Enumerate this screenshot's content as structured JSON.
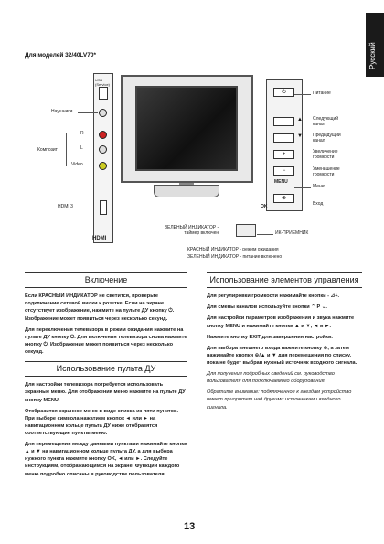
{
  "side_tab": "Русский",
  "model": "Для моделей 32/40LV70*",
  "left_labels": {
    "usb": "USB\n(Service)",
    "headphones": "Наушники",
    "composite": "Композит",
    "r": "R",
    "l": "L",
    "video": "Video",
    "hdmi3": "HDMI 3",
    "hdmi_logo": "HDMI"
  },
  "right_labels": {
    "power": "Питание",
    "next_channel": "Следующий\nканал",
    "prev_channel": "Предыдущий\nканал",
    "vol_up": "Увеличение\nгромкости",
    "vol_down": "Уменьшение\nгромкости",
    "menu": "Меню",
    "input": "Вход",
    "menu_btn": "MENU",
    "ok": "OK"
  },
  "bottom_labels": {
    "green_timer": "ЗЕЛЕНЫЙ ИНДИКАТОР -\nтаймер включен",
    "ir": "ИК-ПРИЕМНИК",
    "red_standby": "КРАСНЫЙ ИНДИКАТОР - режим ожидания",
    "green_on": "ЗЕЛЕНЫЙ ИНДИКАТОР - питание включено"
  },
  "sections": {
    "power_title": "Включение",
    "power_p1": "Если КРАСНЫЙ ИНДИКАТОР не светится, проверьте подключение сетевой вилки к розетке. Если на экране отсутствует изображение, нажмите на пульте ДУ кнопку ⏻. Изображение может появиться через несколько секунд.",
    "power_p2": "Для переключения телевизора в режим ожидания нажмите на пульте ДУ кнопку ⏻. Для включения телевизора снова нажмите кнопку ⏻. Изображение может появиться через несколько секунд.",
    "remote_title": "Использование пульта ДУ",
    "remote_p1": "Для настройки телевизора потребуется использовать экранные меню. Для отображения меню нажмите на пульте ДУ кнопку MENU.",
    "remote_p2": "Отобразится экранное меню в виде списка из пяти пунктов. При выборе символа нажатием кнопок ◄ или ► на навигационном кольце пульта ДУ ниже отобразятся соответствующие пункты меню.",
    "remote_p3": "Для перемещения между данными пунктами нажимайте кнопки ▲ и ▼ на навигационном кольце пульта ДУ, а для выбора нужного пункта нажмите кнопку OK, ◄ или ►. Следуйте инструкциям, отображающимся на экране. Функции каждого меню подробно описаны в руководстве пользователя.",
    "controls_title": "Использование элементов управления",
    "controls_p1": "Для регулировки громкости нажимайте кнопки - ⊿+.",
    "controls_p2": "Для смены каналов используйте кнопки ⌃ P ⌄.",
    "controls_p3": "Для настройки параметров изображения и звука нажмите кнопку MENU и нажимайте кнопки ▲ и ▼, ◄ и ►.",
    "controls_p4": "Нажмите кнопку EXIT для завершения настройки.",
    "controls_p5": "Для выбора внешнего входа нажмите кнопку ⊕, а затем нажимайте кнопки ⊕/▲ и ▼ для перемещения по списку, пока не будет выбран нужный источник входного сигнала.",
    "controls_p6": "Для получения подробных сведений см. руководство пользователя для подключаемого оборудования.",
    "controls_p7": "Обратите внимание: подключенное к гнездам устройство имеет приоритет над другими источниками входного сигнала."
  },
  "page_number": "13"
}
